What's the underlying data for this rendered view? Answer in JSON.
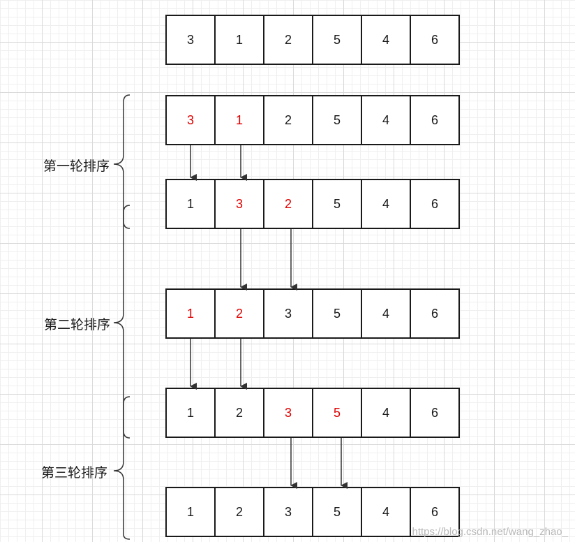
{
  "rows": [
    {
      "values": [
        "3",
        "1",
        "2",
        "5",
        "4",
        "6"
      ],
      "highlight": []
    },
    {
      "values": [
        "3",
        "1",
        "2",
        "5",
        "4",
        "6"
      ],
      "highlight": [
        0,
        1
      ]
    },
    {
      "values": [
        "1",
        "3",
        "2",
        "5",
        "4",
        "6"
      ],
      "highlight": [
        1,
        2
      ]
    },
    {
      "values": [
        "1",
        "2",
        "3",
        "5",
        "4",
        "6"
      ],
      "highlight": [
        0,
        1
      ]
    },
    {
      "values": [
        "1",
        "2",
        "3",
        "5",
        "4",
        "6"
      ],
      "highlight": [
        2,
        3
      ]
    },
    {
      "values": [
        "1",
        "2",
        "3",
        "5",
        "4",
        "6"
      ],
      "highlight": []
    }
  ],
  "rounds": [
    {
      "label": "第一轮排序"
    },
    {
      "label": "第二轮排序"
    },
    {
      "label": "第三轮排序"
    }
  ],
  "watermark": "https://blog.csdn.net/wang_zhao_",
  "colors": {
    "highlight": "#e00000",
    "text": "#1a1a1a",
    "border": "#1a1a1a",
    "arrow": "#333333"
  }
}
